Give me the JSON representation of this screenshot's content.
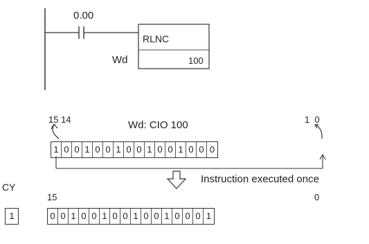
{
  "ladder": {
    "contact_address": "0.00",
    "instruction": "RLNC",
    "operand_label": "Wd",
    "operand_value": "100"
  },
  "register": {
    "title": "Wd: CIO 100",
    "left_bits_label": "15 14",
    "right_bits_label": "1  0",
    "before_bits": [
      "1",
      "0",
      "0",
      "1",
      "0",
      "0",
      "1",
      "0",
      "0",
      "1",
      "0",
      "0",
      "1",
      "0",
      "0",
      "0"
    ],
    "after_msb_label": "15",
    "after_lsb_label": "0",
    "after_bits": [
      "0",
      "0",
      "1",
      "0",
      "0",
      "1",
      "0",
      "0",
      "1",
      "0",
      "0",
      "1",
      "0",
      "0",
      "0",
      "1"
    ]
  },
  "carry": {
    "label": "CY",
    "value": "1"
  },
  "step_caption": "Instruction executed once"
}
